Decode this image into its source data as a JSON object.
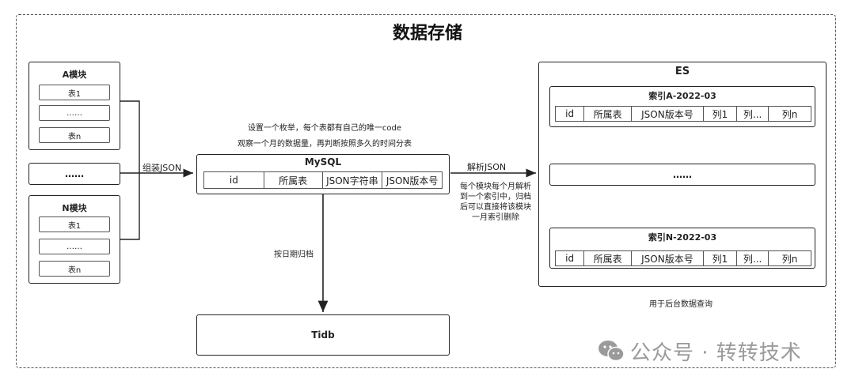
{
  "title": "数据存储",
  "module_a": {
    "label": "A模块",
    "items": [
      "表1",
      "……",
      "表n"
    ]
  },
  "middle_box": {
    "label": "……"
  },
  "module_n": {
    "label": "N模块",
    "items": [
      "表1",
      "……",
      "表n"
    ]
  },
  "edge_assemble": "组装JSON",
  "notes": {
    "line1": "设置一个枚举，每个表都有自己的唯一code",
    "line2": "观察一个月的数据量，再判断按照多久的时间分表"
  },
  "mysql": {
    "label": "MySQL",
    "columns": [
      "id",
      "所属表",
      "JSON字符串",
      "JSON版本号"
    ]
  },
  "edge_parse": "解析JSON",
  "es_note": [
    "每个模块每个月解析",
    "到一个索引中，归档",
    "后可以直接将该模块",
    "一月索引删除"
  ],
  "edge_archive": "按日期归档",
  "tidb": {
    "label": "Tidb"
  },
  "es": {
    "label": "ES",
    "index_a": {
      "label": "索引A-2022-03",
      "columns": [
        "id",
        "所属表",
        "JSON版本号",
        "列1",
        "列...",
        "列n"
      ]
    },
    "middle": "……",
    "index_n": {
      "label": "索引N-2022-03",
      "columns": [
        "id",
        "所属表",
        "JSON版本号",
        "列1",
        "列...",
        "列n"
      ]
    }
  },
  "es_caption": "用于后台数据查询",
  "watermark": {
    "icon": "wechat-icon",
    "text": "公众号 · 转转技术"
  }
}
